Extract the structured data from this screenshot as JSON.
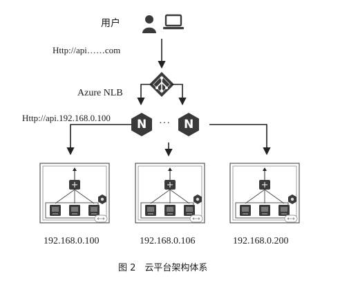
{
  "user": {
    "label": "用户",
    "icons": [
      "person-icon",
      "laptop-icon"
    ]
  },
  "request_url": "Http://api……com",
  "load_balancer": {
    "label": "Azure NLB",
    "icon": "azure-load-balancer-icon"
  },
  "nginx_url": "Http://api.192.168.0.100",
  "nginx": {
    "icon": "nginx-icon",
    "glyph": "N",
    "ellipsis": "···"
  },
  "clusters": [
    {
      "ip": "192.168.0.100"
    },
    {
      "ip": "192.168.0.106"
    },
    {
      "ip": "192.168.0.200"
    }
  ],
  "caption": "图 2　云平台架构体系",
  "colors": {
    "line": "#222222",
    "icon_fill": "#3a3a3a",
    "icon_light": "#9a9a9a",
    "box_border": "#555555"
  }
}
